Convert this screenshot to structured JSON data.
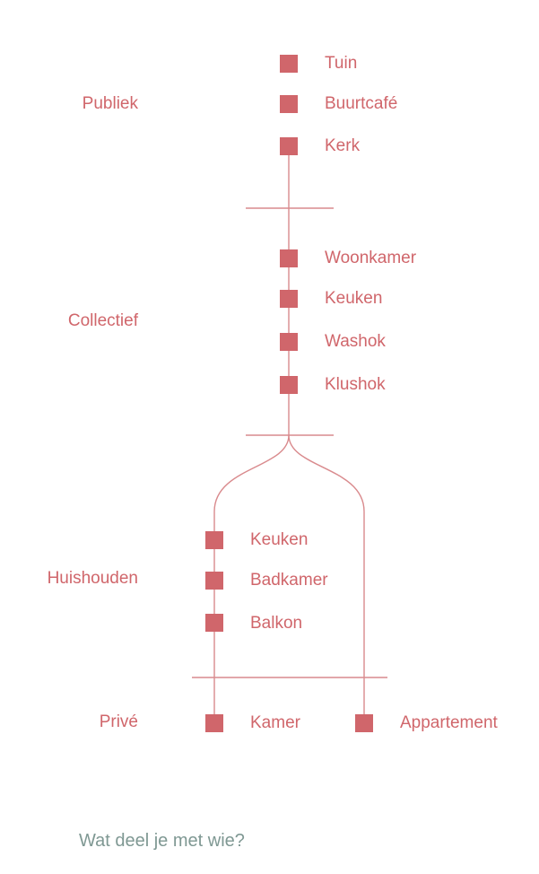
{
  "colors": {
    "accent": "#d0666b",
    "line": "#d98a8d",
    "footer": "#7f9893"
  },
  "levels": [
    {
      "label": "Publiek"
    },
    {
      "label": "Collectief"
    },
    {
      "label": "Huishouden"
    },
    {
      "label": "Privé"
    }
  ],
  "publiek": {
    "rooms": [
      {
        "label": "Tuin"
      },
      {
        "label": "Buurtcafé"
      },
      {
        "label": "Kerk"
      }
    ]
  },
  "collectief": {
    "rooms": [
      {
        "label": "Woonkamer"
      },
      {
        "label": "Keuken"
      },
      {
        "label": "Washok"
      },
      {
        "label": "Klushok"
      }
    ]
  },
  "huishouden": {
    "rooms": [
      {
        "label": "Keuken"
      },
      {
        "label": "Badkamer"
      },
      {
        "label": "Balkon"
      }
    ]
  },
  "prive": {
    "rooms": [
      {
        "label": "Kamer"
      },
      {
        "label": "Appartement"
      }
    ]
  },
  "footer": {
    "question": "Wat deel je met wie?"
  }
}
